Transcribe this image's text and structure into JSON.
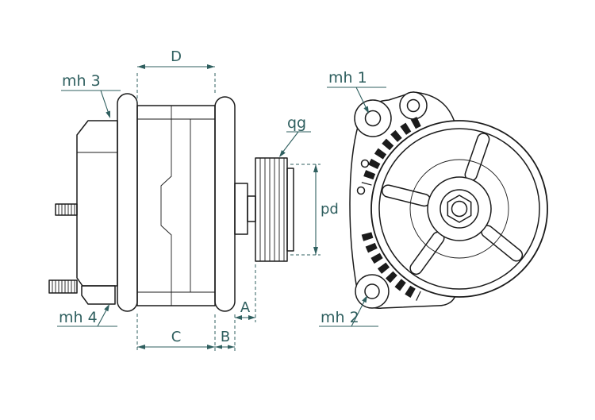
{
  "drawing": {
    "background": "#ffffff",
    "outline_color": "#1b1b1b",
    "annotation_color": "#2f5f5f",
    "labels": {
      "mh1": "mh 1",
      "mh2": "mh 2",
      "mh3": "mh 3",
      "mh4": "mh 4",
      "qg": "qg"
    },
    "dimensions": {
      "d": "D",
      "c": "C",
      "b": "B",
      "a": "A",
      "pd": "pd"
    }
  }
}
